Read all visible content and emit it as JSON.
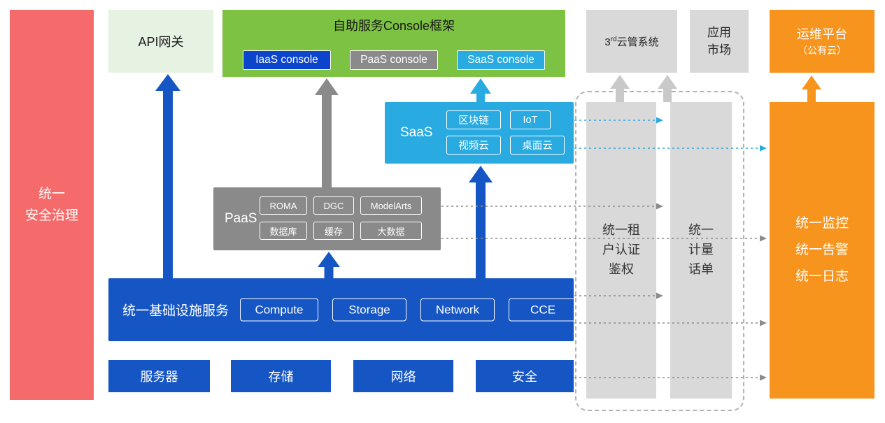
{
  "colors": {
    "security_red": "#F56B6B",
    "api_light_green": "#E6F2E2",
    "console_green": "#7DC242",
    "deep_blue": "#0C45CC",
    "blue": "#1656C4",
    "cyan": "#29ABE2",
    "gray": "#8A8A8A",
    "light_gray": "#D9D9D9",
    "orange": "#F7941E"
  },
  "security": {
    "label": "统一\n安全治理"
  },
  "api_gateway": {
    "label": "API网关"
  },
  "console_framework": {
    "title": "自助服务Console框架",
    "iaas": "IaaS console",
    "paas": "PaaS console",
    "saas": "SaaS console"
  },
  "third_party_cloud": {
    "num": "3",
    "sup": "rd",
    "text": "云管系统"
  },
  "app_market": {
    "label": "应用\n市场"
  },
  "ops_platform": {
    "line1": "运维平台",
    "line2": "（公有云）"
  },
  "saas": {
    "label": "SaaS",
    "items": [
      "区块链",
      "IoT",
      "视频云",
      "桌面云"
    ]
  },
  "paas": {
    "label": "PaaS",
    "items": [
      "ROMA",
      "DGC",
      "ModelArts",
      "数据库",
      "缓存",
      "大数据"
    ]
  },
  "infrastructure": {
    "label": "统一基础设施服务",
    "items": [
      "Compute",
      "Storage",
      "Network",
      "CCE"
    ]
  },
  "hardware": {
    "items": [
      "服务器",
      "存储",
      "网络",
      "安全"
    ]
  },
  "auth": {
    "label": "统一租\n户认证\n鉴权"
  },
  "metering": {
    "label": "统一\n计量\n话单"
  },
  "monitoring": {
    "label": "统一监控\n统一告警\n统一日志"
  }
}
